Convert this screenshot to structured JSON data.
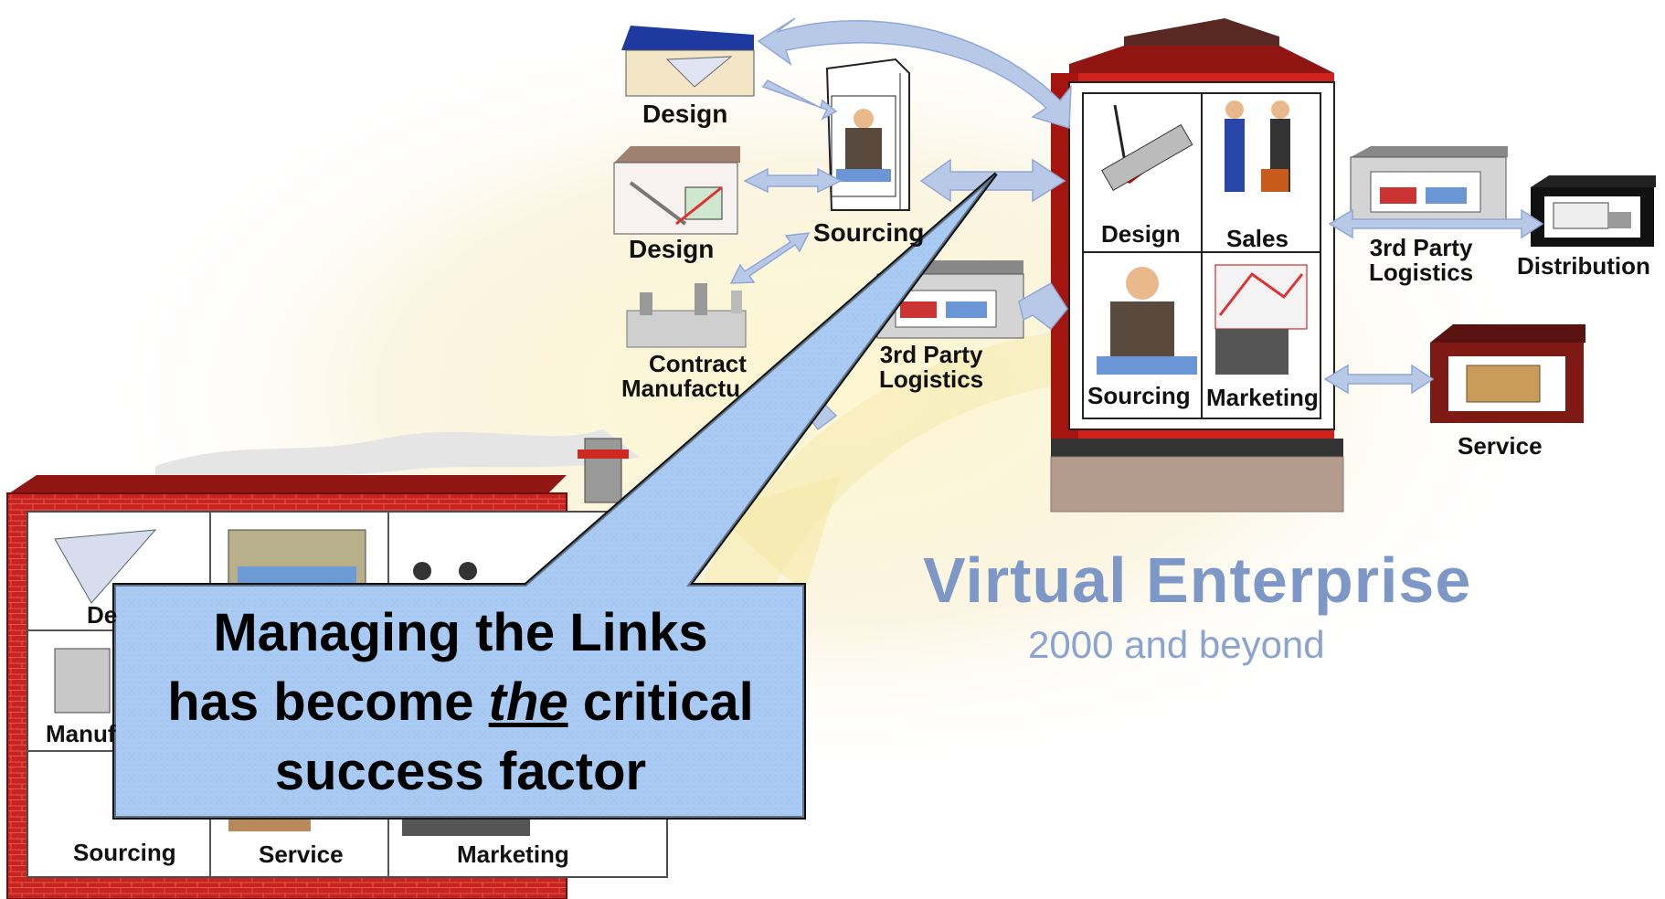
{
  "virtual_enterprise": {
    "title": "Virtual Enterprise",
    "subtitle": "2000 and beyond",
    "tower_labels": [
      "Design",
      "Sales",
      "Sourcing",
      "Marketing"
    ]
  },
  "partners": {
    "design_top": "Design",
    "design_mid": "Design",
    "sourcing": "Sourcing",
    "contract_line1": "Contract",
    "contract_line2": "Manufactu",
    "logistics_left_line1": "3rd Party",
    "logistics_left_line2": "Logistics",
    "logistics_right_line1": "3rd Party",
    "logistics_right_line2": "Logistics",
    "distribution": "Distribution",
    "service": "Service"
  },
  "old_enterprise": {
    "cells": [
      "De",
      "Manuf",
      "Sourcing",
      "Service",
      "Marketing"
    ]
  },
  "callout": {
    "line1": "Managing the Links",
    "line2_pre": "has become ",
    "line2_em": "the",
    "line2_post": " critical",
    "line3": "success factor"
  },
  "colors": {
    "brick": "#c8231e",
    "callout_fill": "#a9cbf2",
    "arrow": "#b8c9e8",
    "title": "#7d98c7"
  }
}
